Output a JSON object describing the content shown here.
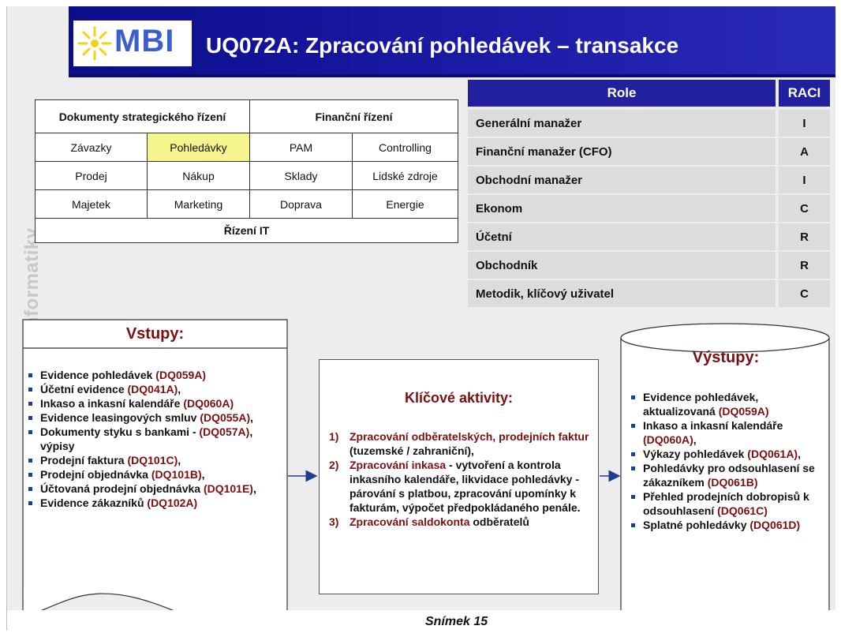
{
  "slide": {
    "title": "UQ072A: Zpracování pohledávek – transakce",
    "logo_text": "MBI",
    "vertical_text": "MBI - Management byznys informatiky",
    "footer": "Snímek  15"
  },
  "areas": {
    "row1": [
      "Dokumenty strategického řízení",
      "Finanční řízení"
    ],
    "row2": [
      "Závazky",
      "Pohledávky",
      "PAM",
      "Controlling"
    ],
    "row3": [
      "Prodej",
      "Nákup",
      "Sklady",
      "Lidské zdroje"
    ],
    "row4": [
      "Majetek",
      "Marketing",
      "Doprava",
      "Energie"
    ],
    "row5": [
      "Řízení IT"
    ],
    "highlight_color": "#f6f48c"
  },
  "raci": {
    "headers": [
      "Role",
      "RACI"
    ],
    "rows": [
      {
        "role": "Generální manažer",
        "value": "I"
      },
      {
        "role": "Finanční manažer (CFO)",
        "value": "A"
      },
      {
        "role": "Obchodní manažer",
        "value": "I"
      },
      {
        "role": "Ekonom",
        "value": "C"
      },
      {
        "role": "Účetní",
        "value": "R"
      },
      {
        "role": "Obchodník",
        "value": "R"
      },
      {
        "role": "Metodik, klíčový uživatel",
        "value": "C"
      }
    ],
    "header_color": "#2121a0"
  },
  "inputs": {
    "title": "Vstupy:",
    "items": [
      {
        "text": "Evidence pohledávek ",
        "code": "(DQ059A)",
        "tail": ""
      },
      {
        "text": "Účetní evidence ",
        "code": "(DQ041A)",
        "tail": ","
      },
      {
        "text": "Inkaso a inkasní kalendáře ",
        "code": "(DQ060A)",
        "tail": ""
      },
      {
        "text": "Evidence leasingových smluv ",
        "code": "(DQ055A)",
        "tail": ","
      },
      {
        "text": "Dokumenty styku s bankami - ",
        "code": "(DQ057A)",
        "tail": ",  výpisy"
      },
      {
        "text": "Prodejní faktura ",
        "code": "(DQ101C)",
        "tail": ","
      },
      {
        "text": "Prodejní objednávka ",
        "code": "(DQ101B)",
        "tail": ","
      },
      {
        "text": "Účtovaná prodejní objednávka ",
        "code": "(DQ101E)",
        "tail": ","
      },
      {
        "text": "Evidence zákazníků ",
        "code": "(DQ102A)",
        "tail": ""
      }
    ]
  },
  "activities": {
    "title": "Klíčové aktivity:",
    "items": [
      {
        "num": "1)",
        "lead": "Zpracování odběratelských, prodejních faktur",
        "rest": " (tuzemské / zahraniční),"
      },
      {
        "num": "2)",
        "lead": "Zpracování inkasa",
        "rest": " - vytvoření a kontrola inkasního kalendáře, likvidace pohledávky - párování s platbou, zpracování upomínky k fakturám, výpočet předpokládaného penále."
      },
      {
        "num": "3)",
        "lead": "Zpracování saldokonta",
        "rest": " odběratelů"
      }
    ]
  },
  "outputs": {
    "title": "Výstupy:",
    "items": [
      {
        "text": "Evidence pohledávek, aktualizovaná ",
        "code": "(DQ059A)",
        "tail": ""
      },
      {
        "text": "Inkaso a inkasní kalendáře ",
        "code": "(DQ060A)",
        "tail": ","
      },
      {
        "text": "Výkazy  pohledávek ",
        "code": "(DQ061A)",
        "tail": ","
      },
      {
        "text": "Pohledávky pro odsouhlasení se zákazníkem ",
        "code": "(DQ061B)",
        "tail": ""
      },
      {
        "text": "Přehled prodejních dobropisů k odsouhlasení ",
        "code": "(DQ061C)",
        "tail": ""
      },
      {
        "text": "Splatné pohledávky ",
        "code": "(DQ061D)",
        "tail": ""
      }
    ]
  }
}
